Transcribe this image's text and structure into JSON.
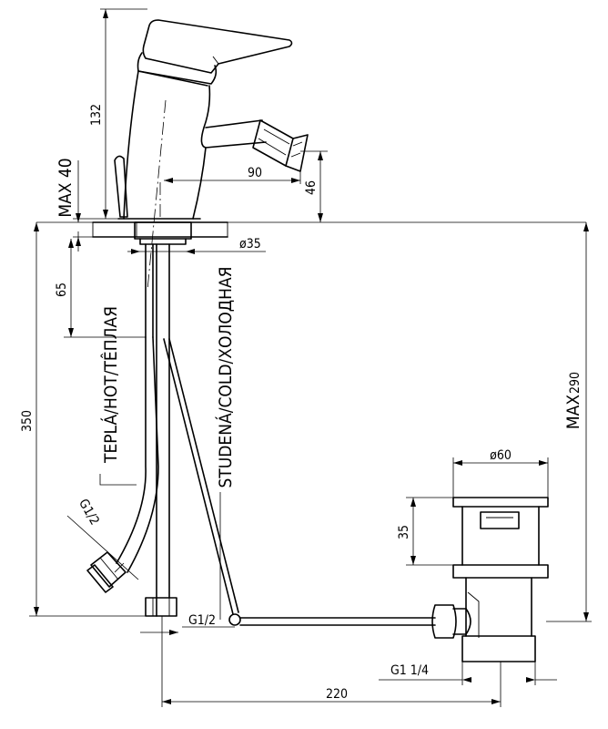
{
  "dimensions": {
    "height_132": "132",
    "max_40": "MAX  40",
    "spout_90": "90",
    "spout_46": "46",
    "dia_35": "ø35",
    "depth_65": "65",
    "total_350": "350",
    "max_290": "MAX",
    "max_290_value": "290",
    "dia_60": "ø60",
    "waste_35": "35",
    "g12_hose": "G1/2",
    "g12_valve": "G1/2",
    "g114": "G1 1/4",
    "width_220": "220"
  },
  "labels": {
    "hot": "TEPLÁ/HOT/TÊПЛАЯ",
    "cold": "STUDENÁ/COLD/ХОЛОДНАЯ"
  }
}
